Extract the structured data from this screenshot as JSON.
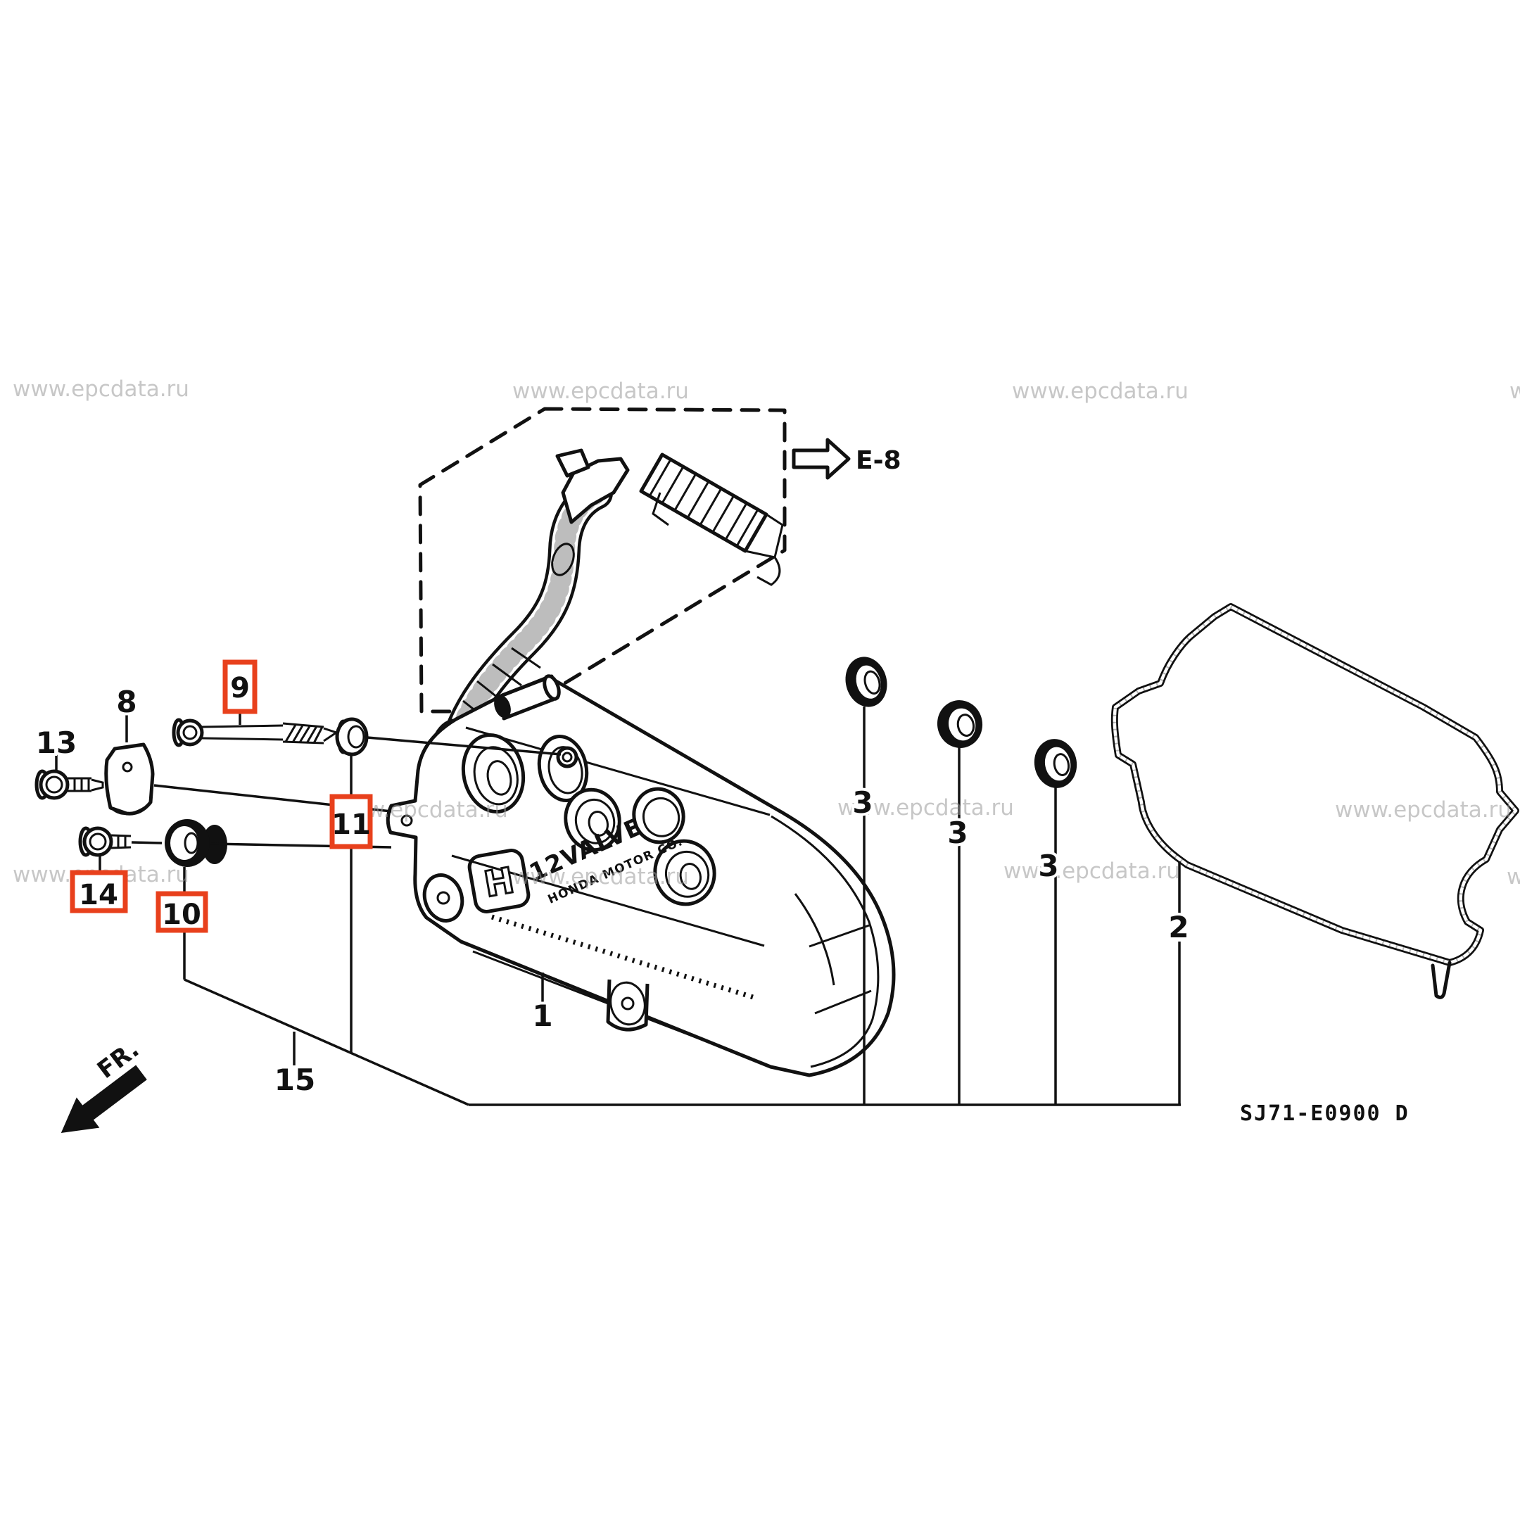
{
  "diagram": {
    "watermark": "www.epcdata.ru",
    "part_code": "SJ71-E0900 D",
    "reference_arrow": "E-8",
    "front_marker": "FR.",
    "cover_branding": {
      "logo_letter": "H",
      "valve_text": "12VALVE",
      "maker_text": "HONDA MOTOR CO."
    },
    "colors": {
      "highlight_box": "#e8401c",
      "line_color": "#111111",
      "watermark_color": "#9a9a9a"
    },
    "callouts": [
      {
        "id": "1",
        "label": "1",
        "boxed": false
      },
      {
        "id": "2",
        "label": "2",
        "boxed": false
      },
      {
        "id": "3-left",
        "label": "3",
        "boxed": false
      },
      {
        "id": "3-middle",
        "label": "3",
        "boxed": false
      },
      {
        "id": "3-right",
        "label": "3",
        "boxed": false
      },
      {
        "id": "8",
        "label": "8",
        "boxed": false
      },
      {
        "id": "9",
        "label": "9",
        "boxed": true
      },
      {
        "id": "10",
        "label": "10",
        "boxed": true
      },
      {
        "id": "11",
        "label": "11",
        "boxed": true
      },
      {
        "id": "13",
        "label": "13",
        "boxed": false
      },
      {
        "id": "14",
        "label": "14",
        "boxed": true
      },
      {
        "id": "15",
        "label": "15",
        "boxed": false
      }
    ]
  }
}
